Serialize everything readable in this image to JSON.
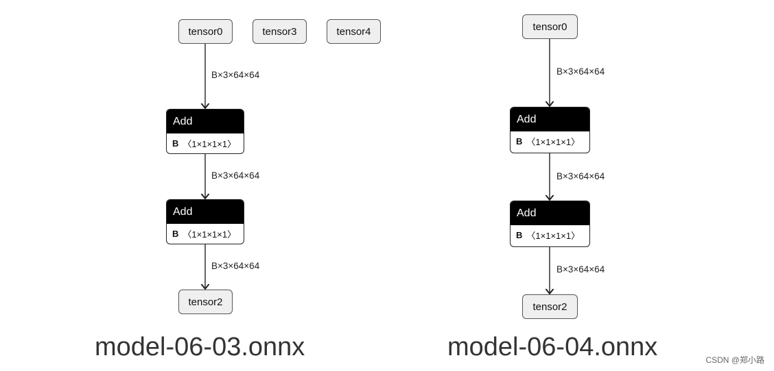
{
  "left_model": {
    "inputs": [
      "tensor0",
      "tensor3",
      "tensor4"
    ],
    "nodes": [
      {
        "op": "Add",
        "attr_name": "B",
        "attr_value": "〈1×1×1×1〉"
      },
      {
        "op": "Add",
        "attr_name": "B",
        "attr_value": "〈1×1×1×1〉"
      }
    ],
    "edges": [
      "B×3×64×64",
      "B×3×64×64",
      "B×3×64×64"
    ],
    "output": "tensor2",
    "caption": "model-06-03.onnx"
  },
  "right_model": {
    "input": "tensor0",
    "nodes": [
      {
        "op": "Add",
        "attr_name": "B",
        "attr_value": "〈1×1×1×1〉"
      },
      {
        "op": "Add",
        "attr_name": "B",
        "attr_value": "〈1×1×1×1〉"
      }
    ],
    "edges": [
      "B×3×64×64",
      "B×3×64×64",
      "B×3×64×64"
    ],
    "output": "tensor2",
    "caption": "model-06-04.onnx"
  },
  "watermark": "CSDN @郑小路"
}
